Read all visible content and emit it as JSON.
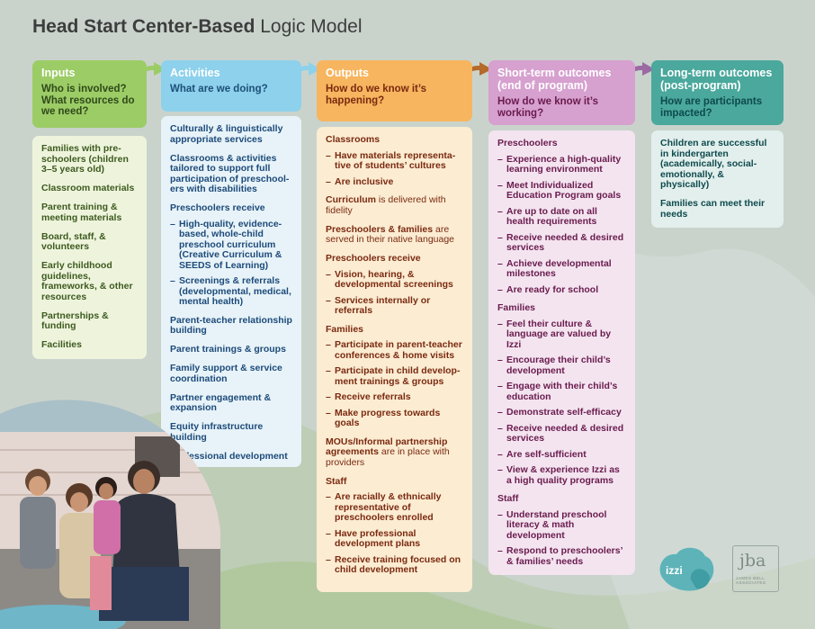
{
  "title": {
    "bold": "Head Start Center-Based",
    "light": "Logic Model"
  },
  "colors": {
    "inputs": "#9ccc66",
    "activities": "#8dd1ec",
    "outputs": "#f7b55f",
    "short_term": "#d6a0cf",
    "long_term": "#4aa89c",
    "background": "#c9d3cc"
  },
  "inputs": {
    "label": "Inputs",
    "question": "Who is involved? What resources do we need?",
    "items": [
      "Families with pre-schoolers (children 3–5 years old)",
      "Classroom materials",
      "Parent training & meeting materials",
      "Board, staff, & volunteers",
      "Early childhood guidelines, frameworks, & other resources",
      "Partnerships & funding",
      "Facilities"
    ]
  },
  "activities": {
    "label": "Activities",
    "question": "What are we doing?",
    "items": [
      "Culturally & linguistically appropriate services",
      "Classrooms & activities tailored to support full participation of preschool-ers with disabilities"
    ],
    "preschoolers_receive": {
      "heading": "Preschoolers receive",
      "bullets": [
        "High-quality, evidence-based, whole-child preschool curriculum (Creative Curriculum & SEEDS of Learning)",
        "Screenings & referrals (developmental, medical, mental health)"
      ]
    },
    "items_after": [
      "Parent-teacher relationship building",
      "Parent trainings & groups",
      "Family support & service coordination",
      "Partner engagement & expansion",
      "Equity infrastructure building",
      "Professional development"
    ]
  },
  "outputs": {
    "label": "Outputs",
    "question": "How do we know it’s happening?",
    "classrooms": {
      "heading": "Classrooms",
      "bullets": [
        "Have materials representa-tive of students’ cultures",
        "Are inclusive"
      ]
    },
    "curriculum": {
      "bold": "Curriculum",
      "rest": " is delivered with fidelity"
    },
    "served": {
      "bold": "Preschoolers & families",
      "rest": " are served in their native language"
    },
    "preschoolers_receive": {
      "heading": "Preschoolers receive",
      "bullets": [
        "Vision, hearing, & developmental screenings",
        "Services internally or referrals"
      ]
    },
    "families": {
      "heading": "Families",
      "bullets": [
        "Participate in parent-teacher conferences & home visits",
        "Participate in child develop-ment trainings & groups",
        "Receive referrals",
        "Make progress towards goals"
      ]
    },
    "mous": {
      "bold": "MOUs/Informal partnership agreements",
      "rest": " are in place with providers"
    },
    "staff": {
      "heading": "Staff",
      "bullets": [
        "Are racially & ethnically representative of preschoolers enrolled",
        "Have professional development plans",
        "Receive training focused on child development"
      ]
    }
  },
  "short_term": {
    "label": "Short-term outcomes (end of program)",
    "question": "How do we know it’s working?",
    "preschoolers": {
      "heading": "Preschoolers",
      "bullets": [
        "Experience a high-quality learning environment",
        "Meet Individualized Education Program goals",
        "Are up to date on all health requirements",
        "Receive needed & desired services",
        "Achieve developmental milestones",
        "Are ready for school"
      ]
    },
    "families": {
      "heading": "Families",
      "bullets": [
        "Feel their culture & language are valued by Izzi",
        "Encourage their child’s development",
        "Engage with their child’s education",
        "Demonstrate self-efficacy",
        "Receive needed & desired services",
        "Are self-sufficient",
        "View & experience Izzi as a high quality programs"
      ]
    },
    "staff": {
      "heading": "Staff",
      "bullets": [
        "Understand preschool literacy & math development",
        "Respond to preschoolers’ & families’ needs"
      ]
    }
  },
  "long_term": {
    "label": "Long-term outcomes (post-program)",
    "question": "How are participants impacted?",
    "items": [
      "Children are successful in kindergarten (academically, social-emotionally, & physically)",
      "Families can meet their needs"
    ]
  },
  "logos": {
    "izzi": "izzi",
    "jba": "jba",
    "jba_sub": "JAMES BELL ASSOCIATES"
  }
}
